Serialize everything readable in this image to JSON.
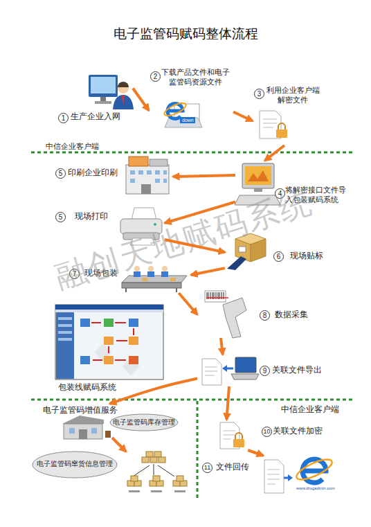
{
  "diagram": {
    "title": "电子监管码赋码整体流程",
    "nodes": [
      {
        "text": [
          "1",
          "生产企业入网"
        ]
      },
      {
        "text": [
          "2",
          "下载产品文件和电子 监管码资源文件"
        ]
      },
      {
        "text": [
          "3",
          "利用企业客户端 解密文件"
        ]
      },
      {
        "text": [
          "4",
          "将解密接口文件导 入包装赋码系统"
        ]
      },
      {
        "text": [
          "5",
          "印刷企业印刷"
        ]
      },
      {
        "text": [
          "5",
          "现场打印"
        ]
      },
      {
        "text": [
          "6",
          "现场贴标"
        ]
      },
      {
        "text": [
          "7",
          "现场包装"
        ]
      },
      {
        "text": [
          "8",
          "数据采集"
        ]
      },
      {
        "text": [
          "9",
          "关联文件导出"
        ]
      },
      {
        "text": [
          "电子监管码增值服务"
        ]
      },
      {
        "text": [
          "电子监管码库存管理"
        ]
      },
      {
        "text": [
          "电子监管码窜货信息管理"
        ]
      },
      {
        "text": [
          "10",
          "关联文件加密"
        ]
      },
      {
        "text": [
          "11",
          "文件回传"
        ]
      }
    ],
    "edges": [
      {
        "from": 0,
        "to": 1,
        "arrow": "to"
      },
      {
        "from": 1,
        "to": 2,
        "arrow": "to"
      },
      {
        "from": 2,
        "to": 3,
        "arrow": "to"
      },
      {
        "from": 3,
        "to": 4,
        "arrow": "to"
      },
      {
        "from": 3,
        "to": 5,
        "arrow": "to"
      },
      {
        "from": 5,
        "to": 6,
        "arrow": "to"
      },
      {
        "from": 6,
        "to": 7,
        "arrow": "to"
      },
      {
        "from": 7,
        "to": 8,
        "arrow": "to"
      },
      {
        "from": 8,
        "to": 9,
        "arrow": "to"
      },
      {
        "from": 9,
        "to": 10,
        "arrow": "to"
      },
      {
        "from": 9,
        "to": 13,
        "arrow": "to"
      },
      {
        "from": 13,
        "to": 14,
        "arrow": "to"
      }
    ],
    "labels": [
      "中信企业客户端",
      "down",
      "包装线赋码系统",
      "中信企业客户端",
      "www.drugadmin.com",
      "融创天地赋码系统"
    ]
  }
}
